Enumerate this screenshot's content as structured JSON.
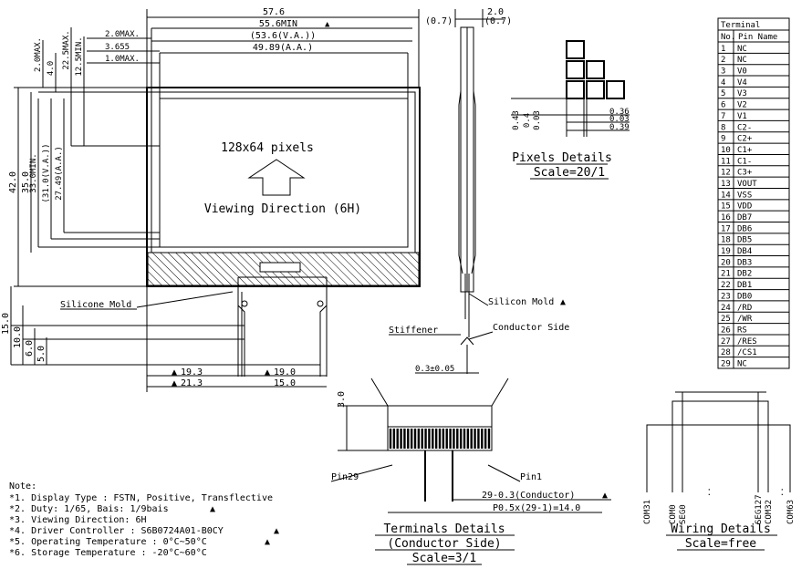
{
  "dims_top": {
    "total": "57.6",
    "min": "55.6MIN",
    "va": "(53.6(V.A.))",
    "aa": "49.89(A.A.)",
    "max2": "2.0MAX.",
    "v3655": "3.655",
    "max1": "1.0MAX."
  },
  "dims_left": {
    "h42": "42.0",
    "h35": "35.0",
    "h33": "33.0MIN.",
    "h31": "(31.0(V.A.))",
    "h27": "27.49(A.A.)",
    "max2": "2.0MAX.",
    "v4": "4.0",
    "max225": "22.5MAX.",
    "min125": "12.5MIN."
  },
  "display": {
    "resolution": "128x64 pixels",
    "direction": "Viewing Direction (6H)"
  },
  "silicone_mold": "Silicone Mold",
  "lower_left_dims": {
    "d15": "15.0",
    "d10": "10.0",
    "d6": "6.0",
    "d5": "5.0",
    "d193": "19.3",
    "d190": "19.0",
    "d213": "21.3",
    "d150": "15.0"
  },
  "side_view": {
    "top": "2.0",
    "left": "(0.7)",
    "right": "(0.7)",
    "silicon_mold": "Silicon Mold",
    "stiffener": "Stiffener",
    "conductor_side": "Conductor Side",
    "thickness": "0.3±0.05"
  },
  "pixels": {
    "title": "Pixels Details",
    "scale": "Scale=20/1",
    "d043": "0.43",
    "d04": "0.4",
    "d003a": "0.03",
    "d036": "0.36",
    "d003b": "0.03",
    "d039": "0.39"
  },
  "terminal_table": {
    "header": "Terminal",
    "col_no": "No.",
    "col_name": "Pin Name",
    "rows": [
      {
        "no": "1",
        "name": "NC"
      },
      {
        "no": "2",
        "name": "NC"
      },
      {
        "no": "3",
        "name": "V0"
      },
      {
        "no": "4",
        "name": "V4"
      },
      {
        "no": "5",
        "name": "V3"
      },
      {
        "no": "6",
        "name": "V2"
      },
      {
        "no": "7",
        "name": "V1"
      },
      {
        "no": "8",
        "name": "C2-"
      },
      {
        "no": "9",
        "name": "C2+"
      },
      {
        "no": "10",
        "name": "C1+"
      },
      {
        "no": "11",
        "name": "C1-"
      },
      {
        "no": "12",
        "name": "C3+"
      },
      {
        "no": "13",
        "name": "VOUT"
      },
      {
        "no": "14",
        "name": "VSS"
      },
      {
        "no": "15",
        "name": "VDD"
      },
      {
        "no": "16",
        "name": "DB7"
      },
      {
        "no": "17",
        "name": "DB6"
      },
      {
        "no": "18",
        "name": "DB5"
      },
      {
        "no": "19",
        "name": "DB4"
      },
      {
        "no": "20",
        "name": "DB3"
      },
      {
        "no": "21",
        "name": "DB2"
      },
      {
        "no": "22",
        "name": "DB1"
      },
      {
        "no": "23",
        "name": "DB0"
      },
      {
        "no": "24",
        "name": "/RD"
      },
      {
        "no": "25",
        "name": "/WR"
      },
      {
        "no": "26",
        "name": "RS"
      },
      {
        "no": "27",
        "name": "/RES"
      },
      {
        "no": "28",
        "name": "/CS1"
      },
      {
        "no": "29",
        "name": "NC"
      }
    ]
  },
  "terminals": {
    "d30": "3.0",
    "pin29": "Pin29",
    "pin1": "Pin1",
    "conductor": "29-0.3(Conductor)",
    "pitch": "P0.5x(29-1)=14.0",
    "title1": "Terminals Details",
    "title2": "(Conductor Side)",
    "scale": "Scale=3/1"
  },
  "wiring": {
    "title": "Wiring Details",
    "scale": "Scale=free",
    "labels": [
      "COM31",
      "COM0",
      "SEG0",
      "..",
      "SEG127",
      "COM32",
      "..",
      "COM63"
    ]
  },
  "notes": {
    "title": "Note:",
    "items": [
      "*1. Display Type : FSTN, Positive, Transflective",
      "*2. Duty: 1/65, Bais: 1/9bais",
      "*3. Viewing Direction: 6H",
      "*4. Driver Controller : S6B0724A01-B0CY",
      "*5. Operating Temperature : 0°C~50°C",
      "*6. Storage Temperature : -20°C~60°C"
    ]
  }
}
